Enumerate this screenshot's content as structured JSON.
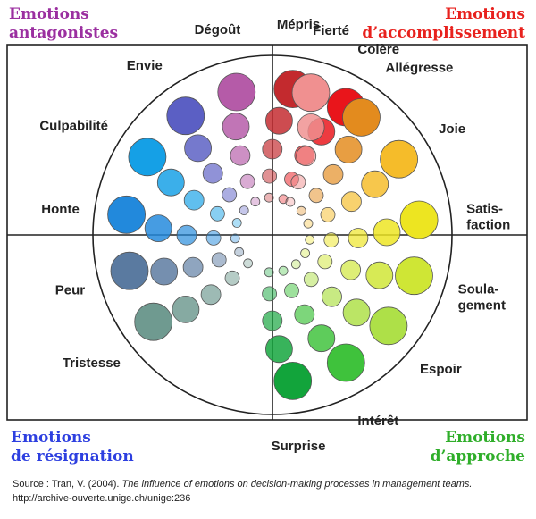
{
  "quadrants": {
    "top_left": [
      "Emotions",
      "antagonistes"
    ],
    "top_right": [
      "Emotions",
      "d’accomplissement"
    ],
    "bottom_left": [
      "Emotions",
      "de résignation"
    ],
    "bottom_right": [
      "Emotions",
      "d’approche"
    ]
  },
  "emotions": [
    {
      "label": "Colère",
      "color": "#e9151b"
    },
    {
      "label": "Mépris",
      "color": "#c32a2e"
    },
    {
      "label": "Dégoût",
      "color": "#b55ba8"
    },
    {
      "label": "Envie",
      "color": "#5b5fc4"
    },
    {
      "label": "Culpabilité",
      "color": "#15a0e6"
    },
    {
      "label": "Honte",
      "color": "#2289dc"
    },
    {
      "label": "Peur",
      "color": "#5a7aa0"
    },
    {
      "label": "Tristesse",
      "color": "#6f9a90"
    },
    {
      "label": "Surprise",
      "color": "#12a43b"
    },
    {
      "label": "Intérêt",
      "color": "#3fc23c"
    },
    {
      "label": "Espoir",
      "color": "#aee048"
    },
    {
      "label": "Soulagement",
      "color": "#cfe635",
      "lines": [
        "Soula-",
        "gement"
      ]
    },
    {
      "label": "Satisfaction",
      "color": "#ede521",
      "lines": [
        "Satis-",
        "faction"
      ]
    },
    {
      "label": "Joie",
      "color": "#f5bc2a"
    },
    {
      "label": "Allégresse",
      "color": "#e38b1e"
    },
    {
      "label": "Fierté",
      "color": "#f09090"
    }
  ],
  "source": {
    "prefix": "Source : Tran, V. (2004). ",
    "title": "The influence of emotions on decision-making processes in management teams.",
    "url": " http://archive-ouverte.unige.ch/unige:236"
  }
}
